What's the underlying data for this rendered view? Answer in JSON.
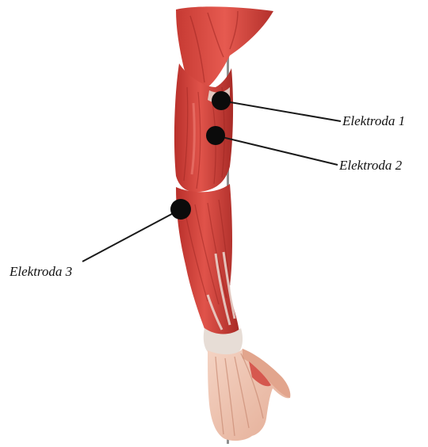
{
  "figure": {
    "subject": "arm-muscle-anatomy",
    "colors": {
      "muscle": "#d8453f",
      "muscle_dark": "#a82a26",
      "muscle_light": "#ec7a6f",
      "tendon": "#e6ddd6",
      "skin": "#f2c9b7",
      "stand": "#8a8a8a",
      "electrode": "#0b0b0b",
      "leader": "#1a1a1a"
    }
  },
  "electrodes": [
    {
      "label": "Elektroda 1"
    },
    {
      "label": "Elektroda 2"
    },
    {
      "label": "Elektroda 3"
    }
  ]
}
